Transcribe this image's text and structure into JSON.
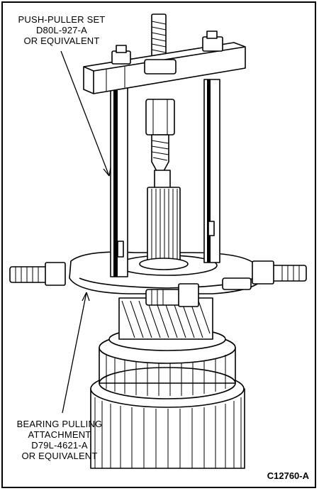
{
  "labels": {
    "push_puller": {
      "line1": "PUSH-PULLER SET",
      "line2": "D80L-927-A",
      "line3": "OR EQUIVALENT"
    },
    "bearing_attachment": {
      "line1": "BEARING PULLING",
      "line2": "ATTACHMENT",
      "line3": "D79L-4621-A",
      "line4": "OR EQUIVALENT"
    }
  },
  "figure_id": "C12760-A",
  "colors": {
    "ink": "#000000",
    "paper": "#ffffff",
    "shade": "#d9d9d9"
  }
}
